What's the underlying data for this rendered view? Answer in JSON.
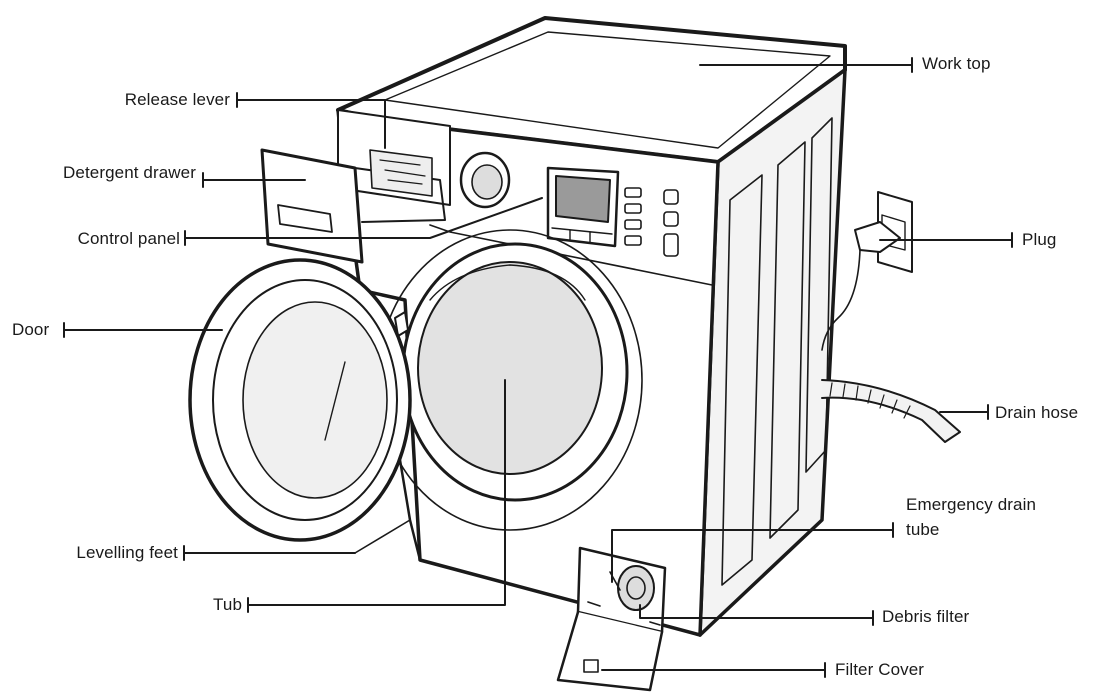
{
  "labels": {
    "work_top": "Work top",
    "release_lever": "Release lever",
    "detergent_drawer": "Detergent drawer",
    "control_panel": "Control panel",
    "plug": "Plug",
    "door": "Door",
    "drain_hose": "Drain hose",
    "emergency_drain_tube_line1": "Emergency drain",
    "emergency_drain_tube_line2": "tube",
    "levelling_feet": "Levelling feet",
    "tub": "Tub",
    "debris_filter": "Debris filter",
    "filter_cover": "Filter Cover"
  }
}
